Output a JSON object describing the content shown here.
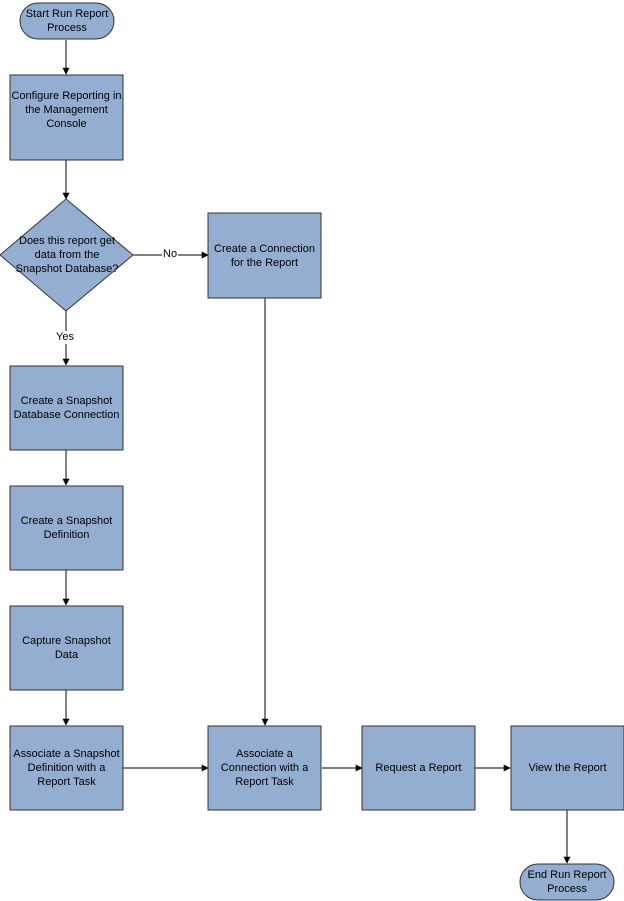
{
  "colors": {
    "node_fill": "#94aed1",
    "node_stroke": "#333333",
    "edge": "#000000"
  },
  "nodes": {
    "start": "Start Run Report\nProcess",
    "configure": "Configure Reporting in\nthe Management\nConsole",
    "decision": "Does this report get\ndata from the\nSnapshot Database?",
    "create_connection": "Create a Connection\nfor the Report",
    "create_snapshot_connection": "Create a Snapshot\nDatabase Connection",
    "create_snapshot_definition": "Create a Snapshot\nDefinition",
    "capture_snapshot": "Capture Snapshot\nData",
    "associate_snapshot_definition": "Associate a Snapshot\nDefinition with a\nReport Task",
    "associate_connection": "Associate a\nConnection with a\nReport Task",
    "request_report": "Request a Report",
    "view_report": "View the Report",
    "end": "End Run Report\nProcess"
  },
  "edge_labels": {
    "no": "No",
    "yes": "Yes"
  }
}
